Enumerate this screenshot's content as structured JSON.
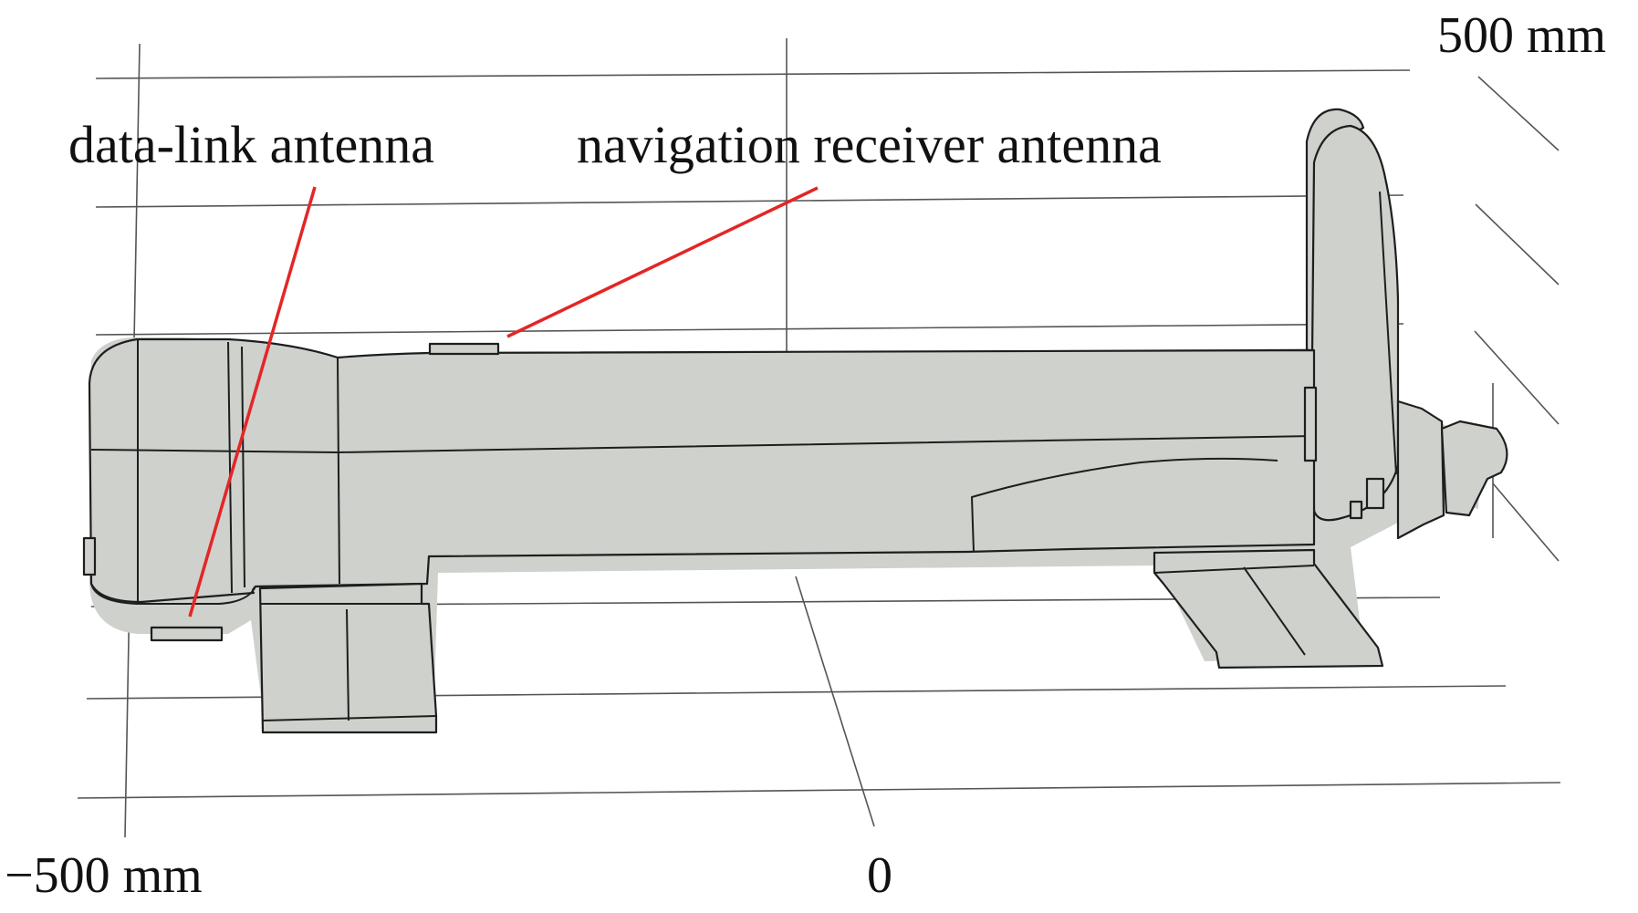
{
  "labels": {
    "data_link_antenna": "data-link antenna",
    "navigation_receiver_antenna": "navigation receiver antenna"
  },
  "axis_labels": {
    "top_right": "500 mm",
    "bottom_left": "−500 mm",
    "bottom_center": "0"
  },
  "colors": {
    "body_fill": "#cfd1cd",
    "outline": "#1e1e1e",
    "grid": "#555555",
    "leader": "#e32626"
  }
}
